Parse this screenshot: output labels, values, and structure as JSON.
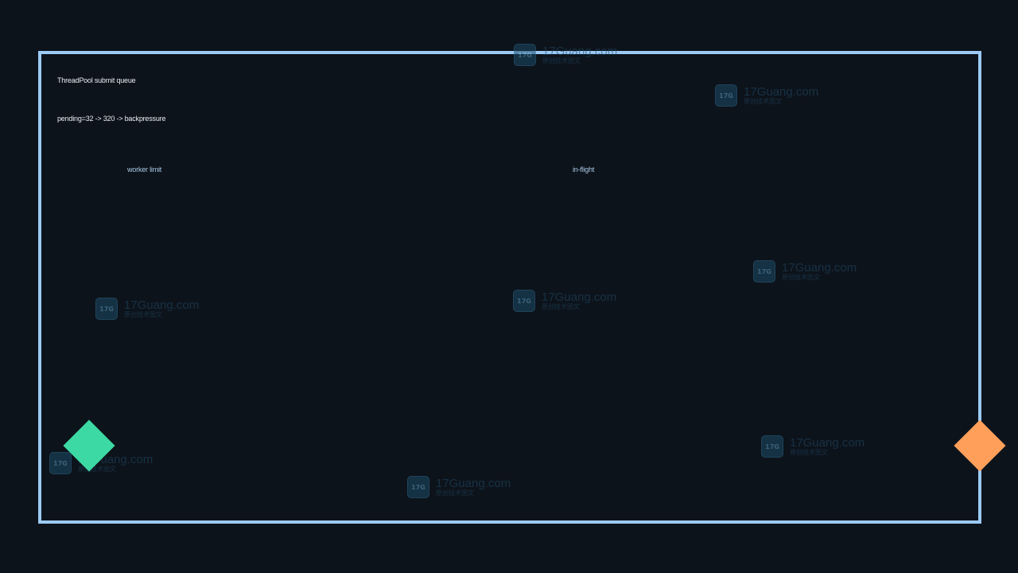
{
  "diagram": {
    "title": "ThreadPool submit queue",
    "subtitle": "pending=32 -> 320 -> backpressure",
    "lanes": {
      "left_label": "worker limit",
      "right_label": "in-flight"
    }
  },
  "colors": {
    "background": "#0d131b",
    "frame": "#9ccaf6",
    "marker_start": "#3dd9a4",
    "marker_end": "#ff9f5a"
  },
  "watermark": {
    "logo_text": "17G",
    "main_text": "17Guang.com",
    "sub_text": "原创技术图文"
  }
}
